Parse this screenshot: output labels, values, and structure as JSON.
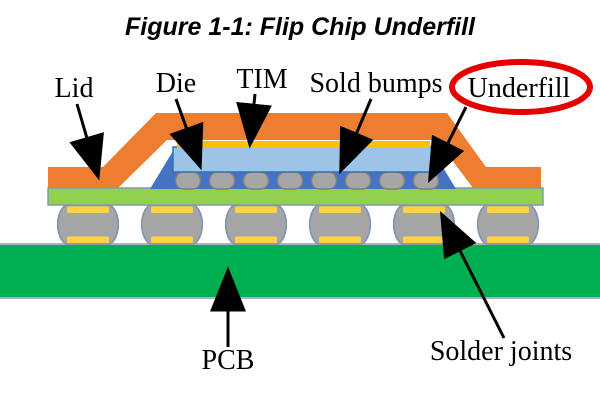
{
  "title": "Figure 1-1: Flip Chip Underfill",
  "labels": {
    "lid": "Lid",
    "die": "Die",
    "tim": "TIM",
    "sold_bumps": "Sold bumps",
    "underfill": "Underfill",
    "pcb": "PCB",
    "solder_joints": "Solder joints"
  },
  "colors": {
    "lid": "#ED7D31",
    "tim": "#FFC000",
    "die": "#9DC3E6",
    "die_border": "#2E75B6",
    "underfill": "#4472C4",
    "bump": "#A6A6A6",
    "bump_border": "#7F7F7F",
    "substrate": "#92D050",
    "substrate_border": "#8497B0",
    "joint": "#A6A6A6",
    "joint_border": "#8497B0",
    "pad": "#FFD147",
    "pcb": "#00B050",
    "pcb_border": "#9FB3CE",
    "arrow": "#000000",
    "highlight_ring": "#E50000",
    "text": "#000000"
  }
}
